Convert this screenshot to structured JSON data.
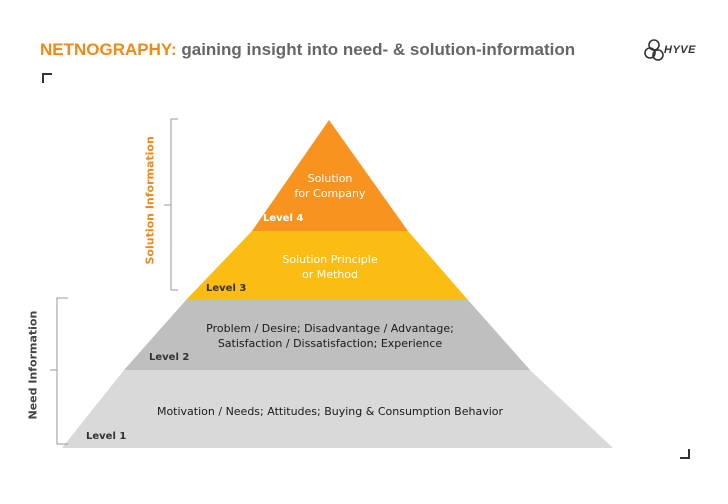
{
  "header": {
    "title_accent": "NETNOGRAPHY:",
    "title_rest": " gaining insight into need- & solution-information",
    "logo_text": "HYVE"
  },
  "side_labels": {
    "solution": "Solution Information",
    "need": "Need Information"
  },
  "levels": [
    {
      "level": "Level 1",
      "text": "Motivation / Needs; Attitudes; Buying & Consumption Behavior",
      "color": "#d9d9d9"
    },
    {
      "level": "Level 2",
      "line1": "Problem / Desire; Disadvantage / Advantage;",
      "line2": "Satisfaction / Dissatisfaction; Experience",
      "color": "#bfbfbf"
    },
    {
      "level": "Level 3",
      "line1": "Solution Principle",
      "line2": "or Method",
      "color": "#fbbd13"
    },
    {
      "level": "Level 4",
      "line1": "Solution",
      "line2": "for Company",
      "color": "#f7931e"
    }
  ],
  "colors": {
    "accent": "#ef8a17",
    "bracket": "#999999"
  }
}
